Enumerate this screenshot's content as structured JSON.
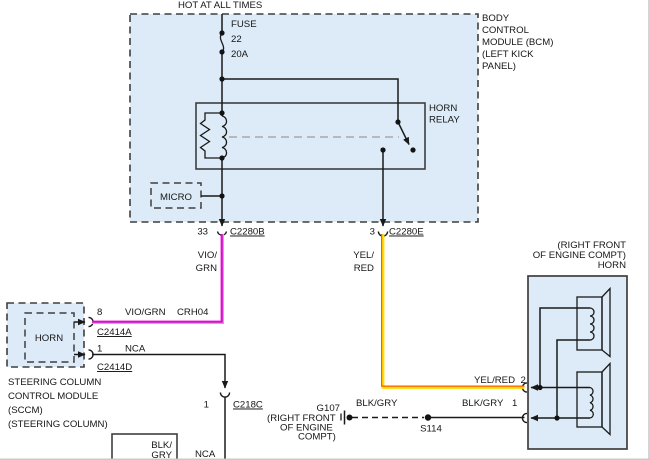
{
  "colors": {
    "module_fill": "#dcebf7",
    "outline": "#3f3f3f",
    "wire_black": "#1a1a1a",
    "wire_violet": "#ec00e0",
    "wire_violet_stripe": "#86d586",
    "wire_yellow": "#ffdf00",
    "wire_yellow_stripe": "#ff5a00",
    "actuator_gray": "#a8a8a8"
  },
  "bcm": {
    "power_label": "HOT AT ALL TIMES",
    "name_lines": [
      "BODY",
      "CONTROL",
      "MODULE (BCM)",
      "(LEFT KICK",
      "PANEL)"
    ],
    "fuse": {
      "label": "FUSE",
      "number": "22",
      "rating": "20A"
    },
    "relay_line1": "HORN",
    "relay_line2": "RELAY",
    "micro_label": "MICRO",
    "pin33": {
      "pin": "33",
      "connector": "C2280B",
      "wire_line1": "VIO/",
      "wire_line2": "GRN"
    },
    "pin3": {
      "pin": "3",
      "connector": "C2280E",
      "wire_line1": "YEL/",
      "wire_line2": "RED"
    }
  },
  "sccm": {
    "switch_label": "HORN",
    "name_lines": [
      "STEERING COLUMN",
      "CONTROL MODULE",
      "(SCCM)",
      "(STEERING COLUMN)"
    ],
    "pin8": {
      "pin": "8",
      "wire": "VIO/GRN",
      "circuit": "CRH04",
      "connector": "C2414A"
    },
    "pin1": {
      "pin": "1",
      "wire": "NCA",
      "connector": "C2414D"
    }
  },
  "inline_connector": {
    "pin": "1",
    "connector": "C218C"
  },
  "bottom_wire_label": "NCA",
  "cutoff_box": {
    "line1": "BLK/",
    "line2": "GRY"
  },
  "ground": {
    "name": "G107",
    "location_lines": [
      "(RIGHT FRONT",
      "OF ENGINE",
      "COMPT)"
    ],
    "wire": "BLK/GRY"
  },
  "splice": {
    "name": "S114"
  },
  "horn": {
    "location_line1": "(RIGHT FRONT",
    "location_line2": "OF ENGINE COMPT)",
    "name": "HORN",
    "pin2": {
      "pin": "2",
      "wire": "YEL/RED"
    },
    "pin1": {
      "pin": "1",
      "wire": "BLK/GRY"
    }
  }
}
